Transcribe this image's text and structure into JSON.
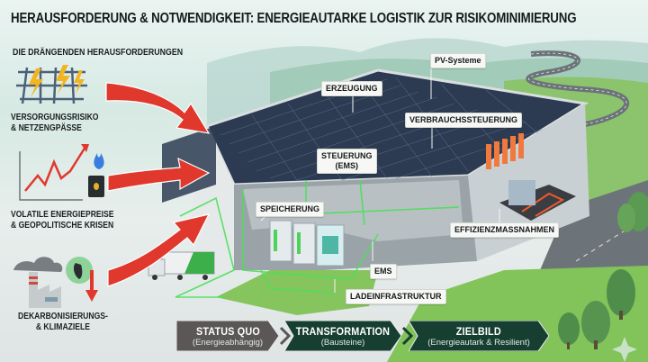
{
  "header": {
    "title": "HERAUSFORDERUNG & NOTWENDIGKEIT: ENERGIEAUTARKE LOGISTIK ZUR RISIKOMINIMIERUNG",
    "subtitle": "DIE DRÄNGENDEN HERAUSFORDERUNGEN"
  },
  "challenges": [
    {
      "icon": "power-grid-lightning-icon",
      "line1": "VERSORGUNGSRISIKO",
      "line2": "& NETZENGPÄSSE"
    },
    {
      "icon": "rising-price-chart-oil-gas-icon",
      "line1": "VOLATILE ENERGIEPREISE",
      "line2": "& GEOPOLITISCHE KRISEN"
    },
    {
      "icon": "factory-footprint-icon",
      "line1": "DEKARBONISIERUNGS-",
      "line2": "& KLIMAZIELE"
    }
  ],
  "callouts": {
    "pv": "PV-Systeme",
    "erzeugung": "ERZEUGUNG",
    "verbrauch": "VERBRAUCHSSTEUERUNG",
    "steuerung_1": "STEUERUNG",
    "steuerung_2": "(EMS)",
    "speicherung": "SPEICHERUNG",
    "effizienz": "EFFIZIENZMASSNAHMEN",
    "ems": "EMS",
    "lade": "LADEINFRASTRUKTUR"
  },
  "roadmap": [
    {
      "label": "STATUS QUO",
      "sub": "(Energieabhängig)",
      "color": "#5a5756"
    },
    {
      "label": "TRANSFORMATION",
      "sub": "(Bausteine)",
      "color": "#173f31"
    },
    {
      "label": "ZIELBILD",
      "sub": "(Energieautark & Resilient)",
      "color": "#173f31"
    }
  ],
  "colors": {
    "arrow_red": "#e0382c",
    "energy_green": "#4be05a",
    "heat_orange": "#f0622e",
    "roof_panel": "#2a3850",
    "grass": "#7cc25a"
  }
}
